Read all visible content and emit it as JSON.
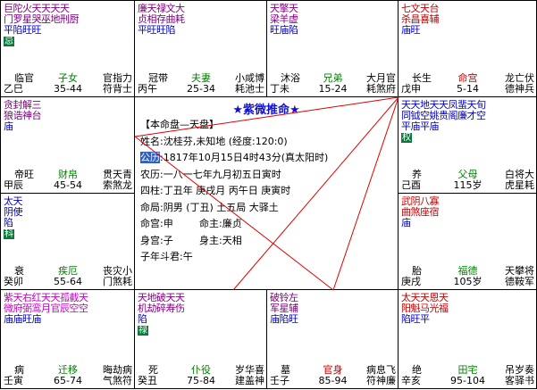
{
  "title_star": "★紫微推命★",
  "info": {
    "header": "【本命盘—天盘】",
    "name": "姓名:沈桂芬,未知地 (经度:120:0)",
    "gregorian_label": "公历",
    "gregorian_value": ":1817年10月15日4时43分(真太阳时)",
    "lunar": "农历:一八一七年九月初五日寅时",
    "pillars": "四柱:丁丑年  庚戌月  丙午日  庚寅时",
    "ju": "命局:阴男 (丁丑)  土五局  大驿土",
    "ming_gong": "命宫:申",
    "ming_zhu": "命主:廉贞",
    "shen_gong": "身宫:子",
    "shen_zhu": "身主:天相",
    "doujun": "子年斗君:午"
  },
  "palaces": {
    "si": {
      "r1": "巨陀火天天天天",
      "r2": "门罗星哭巫地刑厨",
      "r3": "平陷旺旺",
      "badge": "忌",
      "gz": "乙巳",
      "sub": "临官",
      "palace": "子女",
      "age": "35-44",
      "r_a": "官指力",
      "r_b": "符背士"
    },
    "wu": {
      "r1": "廉天禄文大",
      "r2": "贞相存曲耗",
      "r3": "平旺旺陷",
      "gz": "丙午",
      "sub": "冠带",
      "palace": "夫妻",
      "age": "25-34",
      "r_a": "小咸博",
      "r_b": "耗池士"
    },
    "wei": {
      "r1": "天擎天",
      "r2": "梁羊虚",
      "r3": "旺庙陷",
      "gz": "丁未",
      "sub": "沐浴",
      "palace": "兄弟",
      "age": "15-24",
      "r_a": "大月官",
      "r_b": "耗煞府"
    },
    "shen": {
      "r1": "七文天台",
      "r2": "杀昌喜辅",
      "r3": "庙旺",
      "gz": "戊申",
      "sub": "长生",
      "palace": "命宫",
      "age": "5-14",
      "r_a": "龙亡伏",
      "r_b": "德神兵"
    },
    "chen": {
      "r1": "贪封解三",
      "r2": "狼诰神台",
      "r3": "庙",
      "gz": "甲辰",
      "sub": "帝旺",
      "palace": "财帛",
      "age": "45-54",
      "r_a": "贯天青",
      "r_b": "索煞龙"
    },
    "you": {
      "r1": "天天地天天凤蜚天旬",
      "r2": "同钺空姚贵阁廉才空",
      "r3": "平庙平庙",
      "badge": "权",
      "gz": "己酉",
      "sub": "养",
      "palace": "父母",
      "age": "115岁",
      "r_a": "白将大",
      "r_b": "虎星耗"
    },
    "mao": {
      "r1": "太天",
      "r2": "阴使",
      "r3": "陷",
      "badge": "科",
      "gz": "癸卯",
      "sub": "衰",
      "palace": "疾厄",
      "age": "55-64",
      "r_a": "丧灾小",
      "r_b": "门煞耗"
    },
    "xu": {
      "r1": "武阴八寡",
      "r2": "曲煞座宿",
      "r3": "庙",
      "gz": "庚戌",
      "sub": "胎",
      "palace": "福德",
      "age": "105岁",
      "r_a": "天攀将",
      "r_b": "德鞍军"
    },
    "yin": {
      "r1": "紫天右红天天孤截天",
      "r2": "微府弼鸾月官辰空空",
      "r3": "庙庙旺庙",
      "gz": "壬寅",
      "sub": "病",
      "palace": "迁移",
      "age": "65-74",
      "r_a": "晦劫病",
      "r_b": "气煞符"
    },
    "chou": {
      "r1": "天地破天天",
      "r2": "机劫碎寿伤",
      "r3": "陷",
      "badge": "禄",
      "gz": "癸丑",
      "sub": "死",
      "palace": "仆役",
      "age": "75-84",
      "r_a": "岁华喜",
      "r_b": "建盖神"
    },
    "zi": {
      "r1": "破铃左",
      "r2": "军星辅",
      "r3": "庙陷旺",
      "gz": "壬子",
      "sub": "墓",
      "palace": "官身",
      "age": "85-94",
      "r_a": "病息飞",
      "r_b": "符神廉"
    },
    "hai": {
      "r1": "太天天恩天",
      "r2": "阳魁马光福",
      "r3": "陷旺平",
      "gz": "辛亥",
      "sub": "绝",
      "palace": "田宅",
      "age": "95-104",
      "r_a": "吊岁奏",
      "r_b": "客驿书"
    }
  }
}
